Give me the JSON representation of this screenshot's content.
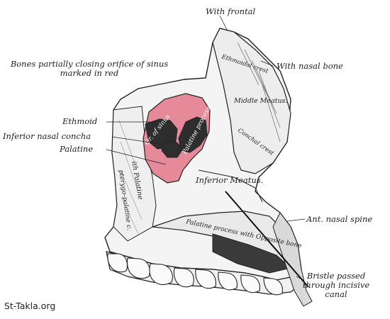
{
  "labels": {
    "with_frontal": "With frontal",
    "with_nasal_bone": "With nasal bone",
    "bones_caption_line1": "Bones partially closing orifice of sinus",
    "bones_caption_line2": "marked in red",
    "ethmoid": "Ethmoid",
    "inferior_nasal_concha": "Inferior nasal concha",
    "palatine": "Palatine",
    "inferior_meatus": "Inferior Meatus.",
    "ant_nasal_spine": "Ant. nasal spine",
    "bristle_line1": "Bristle passed",
    "bristle_line2": "through incisive",
    "bristle_line3": "canal"
  },
  "inscriptions": {
    "ethmoidal_crest": "Ethmoidal crest",
    "middle_meatus": "Middle Meatus.",
    "conchal_crest": "Conchal crest",
    "orifice_of_sinus": "Or. of sinus",
    "ext_palatine_label": "Palatine process",
    "palatine_process": "Palatine process with Opposite bone",
    "pterygopalatine": "pterygo-palatine c.",
    "ith_palatine": "ith Palatine"
  },
  "watermark": "St-Takla.org",
  "colors": {
    "sinus_fill": "#e68a9a",
    "bone_fill": "#f4f4f4",
    "line": "#222222",
    "shadow": "#3a3a3a"
  }
}
